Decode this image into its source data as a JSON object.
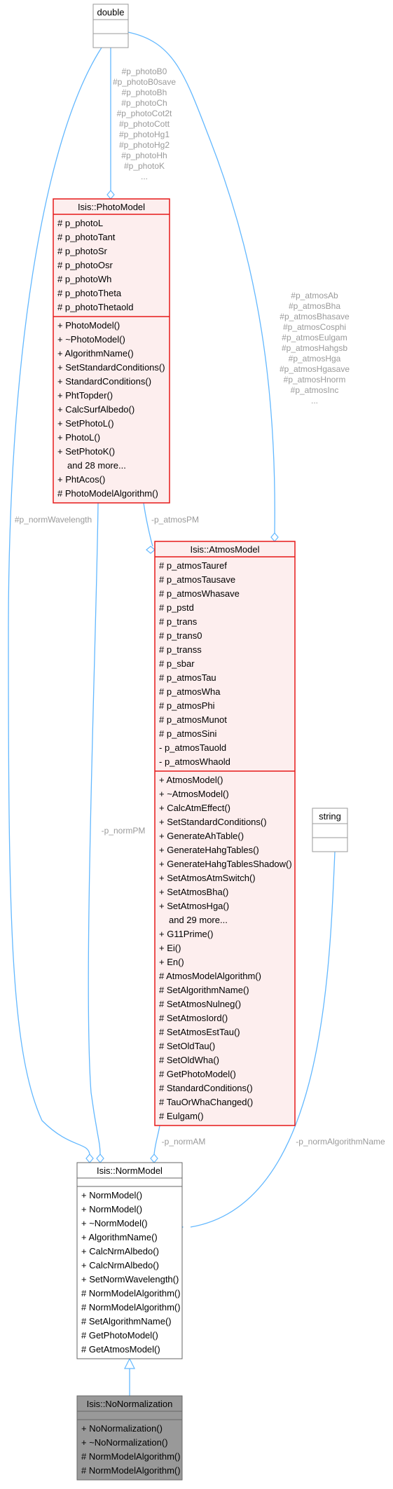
{
  "classes": {
    "double": {
      "name": "double",
      "attributes": [],
      "operations": []
    },
    "photo": {
      "name": "Isis::PhotoModel",
      "attributes": [
        "# p_photoL",
        "# p_photoTant",
        "# p_photoSr",
        "# p_photoOsr",
        "# p_photoWh",
        "# p_photoTheta",
        "# p_photoThetaold"
      ],
      "operations": [
        "+ PhotoModel()",
        "+ ~PhotoModel()",
        "+ AlgorithmName()",
        "+ SetStandardConditions()",
        "+ StandardConditions()",
        "+ PhtTopder()",
        "+ CalcSurfAlbedo()",
        "+ SetPhotoL()",
        "+ PhotoL()",
        "+ SetPhotoK()",
        "and 28 more...",
        "+ PhtAcos()",
        "# PhotoModelAlgorithm()"
      ]
    },
    "atmos": {
      "name": "Isis::AtmosModel",
      "attributes": [
        "# p_atmosTauref",
        "# p_atmosTausave",
        "# p_atmosWhasave",
        "# p_pstd",
        "# p_trans",
        "# p_trans0",
        "# p_transs",
        "# p_sbar",
        "# p_atmosTau",
        "# p_atmosWha",
        "# p_atmosPhi",
        "# p_atmosMunot",
        "# p_atmosSini",
        "- p_atmosTauold",
        "- p_atmosWhaold"
      ],
      "operations": [
        "+ AtmosModel()",
        "+ ~AtmosModel()",
        "+ CalcAtmEffect()",
        "+ SetStandardConditions()",
        "+ GenerateAhTable()",
        "+ GenerateHahgTables()",
        "+ GenerateHahgTablesShadow()",
        "+ SetAtmosAtmSwitch()",
        "+ SetAtmosBha()",
        "+ SetAtmosHga()",
        "and 29 more...",
        "+ G11Prime()",
        "+ Ei()",
        "+ En()",
        "# AtmosModelAlgorithm()",
        "# SetAlgorithmName()",
        "# SetAtmosNulneg()",
        "# SetAtmosIord()",
        "# SetAtmosEstTau()",
        "# SetOldTau()",
        "# SetOldWha()",
        "# GetPhotoModel()",
        "# StandardConditions()",
        "# TauOrWhaChanged()",
        "# Eulgam()"
      ]
    },
    "string": {
      "name": "string",
      "attributes": [],
      "operations": []
    },
    "norm": {
      "name": "Isis::NormModel",
      "attributes": [],
      "operations": [
        "+ NormModel()",
        "+ NormModel()",
        "+ ~NormModel()",
        "+ AlgorithmName()",
        "+ CalcNrmAlbedo()",
        "+ CalcNrmAlbedo()",
        "+ SetNormWavelength()",
        "# NormModelAlgorithm()",
        "# NormModelAlgorithm()",
        "# SetAlgorithmName()",
        "# GetPhotoModel()",
        "# GetAtmosModel()"
      ]
    },
    "nonorm": {
      "name": "Isis::NoNormalization",
      "attributes": [],
      "operations": [
        "+ NoNormalization()",
        "+ ~NoNormalization()",
        "# NormModelAlgorithm()",
        "# NormModelAlgorithm()"
      ]
    }
  },
  "edge_labels": {
    "double_photo": [
      "#p_photoB0",
      "#p_photoB0save",
      "#p_photoBh",
      "#p_photoCh",
      "#p_photoCot2t",
      "#p_photoCott",
      "#p_photoHg1",
      "#p_photoHg2",
      "#p_photoHh",
      "#p_photoK",
      "..."
    ],
    "double_atmos": [
      "#p_atmosAb",
      "#p_atmosBha",
      "#p_atmosBhasave",
      "#p_atmosCosphi",
      "#p_atmosEulgam",
      "#p_atmosHahgsb",
      "#p_atmosHga",
      "#p_atmosHgasave",
      "#p_atmosHnorm",
      "#p_atmosInc",
      "..."
    ],
    "double_norm": [
      "#p_normWavelength"
    ],
    "photo_atmos": [
      "-p_atmosPM"
    ],
    "photo_norm": [
      "-p_normPM"
    ],
    "atmos_norm": [
      "-p_normAM"
    ],
    "string_norm": [
      "-p_normAlgorithmName"
    ]
  },
  "colors": {
    "edge": "#63b8ff",
    "label": "#9a9a9a",
    "highlight_border": "#e61919",
    "highlight_fill": "#fdeeee",
    "plain_border": "#999999",
    "dark_border": "#666666",
    "focus_fill": "#999999",
    "text": "#000000"
  }
}
